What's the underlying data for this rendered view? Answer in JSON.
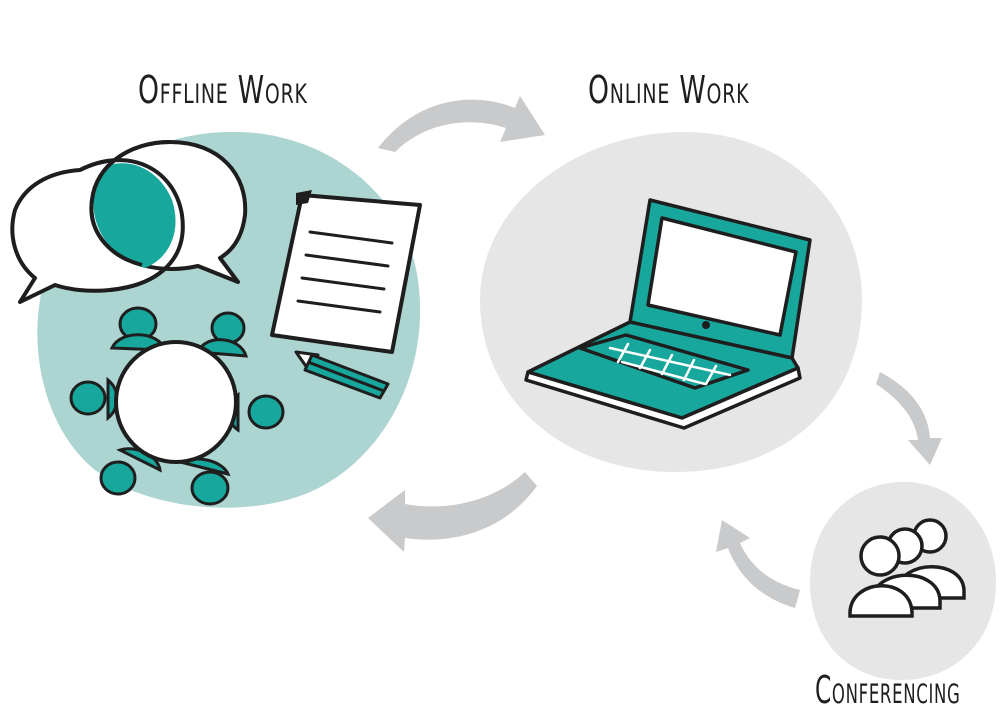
{
  "labels": {
    "offline": "Offline Work",
    "online": "Online Work",
    "conferencing": "Conferencing"
  },
  "colors": {
    "teal": "#18a79c",
    "teal_light": "#acd5d2",
    "grey_circle": "#e6e6e6",
    "arrow_grey": "#c9cacc",
    "ink": "#1e1e1e"
  },
  "icons": {
    "offline": [
      "speech-bubbles-icon",
      "document-icon",
      "pencil-icon",
      "meeting-table-icon"
    ],
    "online": [
      "laptop-icon"
    ],
    "conferencing": [
      "people-group-icon"
    ]
  }
}
